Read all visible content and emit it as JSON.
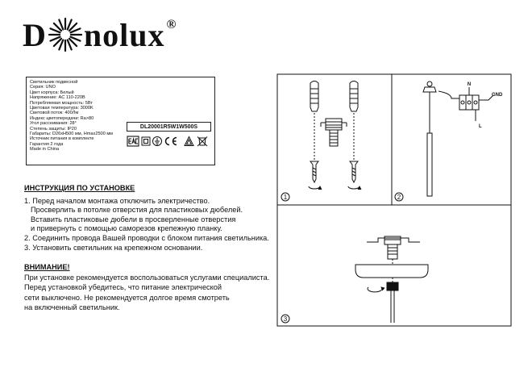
{
  "brand": {
    "pre": "D",
    "post": "nolux",
    "reg": "®"
  },
  "label": {
    "specs": [
      "Светильник подвесной",
      "Серия: UNO",
      "Цвет корпуса: Белый",
      "Напряжение: AC 110-220В",
      "Потребляемая мощность: 5Вт",
      "Цветовая температура: 3000K",
      "Световой поток: 400Лм",
      "Индекс цветопередачи: Ra>80",
      "Угол рассеивания: 28°",
      "Степень защиты: IP20",
      "Габариты: D26xH500 мм, Hmax2500 мм",
      "Источник питания в комплекте",
      "Гарантия 2 года",
      "Made in China"
    ],
    "model": "DL20001R5W1W500S",
    "cert_icons": [
      "eac-mark",
      "class-ii-mark",
      "ground-mark",
      "ce-mark",
      "triangle-mark",
      "weee-bin-mark"
    ]
  },
  "instructions": {
    "heading": "ИНСТРУКЦИЯ ПО УСТАНОВКЕ",
    "lines": [
      "1. Перед началом монтажа отключить электричество.",
      "Просверлить в потолке отверстия для пластиковых дюбелей.",
      "Вставить пластиковые дюбели в просверленные отверстия",
      "и привернуть с помощью саморезов крепежную планку.",
      "2. Соединить провода Вашей проводки с блоком питания светильника.",
      "3. Установить светильник  на крепежном основании."
    ]
  },
  "warning": {
    "heading": "ВНИМАНИЕ!",
    "lines": [
      "При установке рекомендуется воспользоваться услугами специалиста.",
      "Перед установкой убедитесь, что питание электрической",
      "сети выключено. Не рекомендуется долгое время смотреть",
      "на включенный светильник."
    ]
  },
  "diagrams": {
    "step1": "1",
    "step2": "2",
    "step3": "3",
    "wire_n": "N",
    "wire_gnd": "GND",
    "wire_l": "L"
  },
  "colors": {
    "ink": "#111111",
    "border": "#222222",
    "background": "#ffffff"
  }
}
